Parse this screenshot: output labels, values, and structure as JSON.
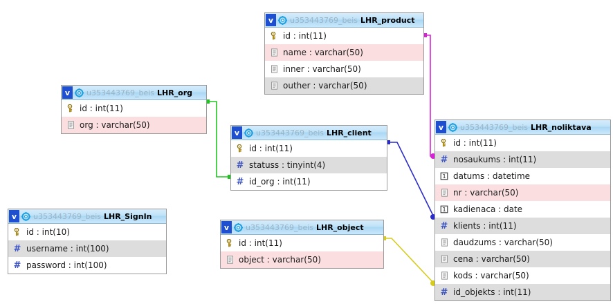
{
  "diagram": {
    "schema_prefix": "u353443769_beis",
    "badge_letter": "v",
    "background_color": "#ffffff"
  },
  "tables": [
    {
      "id": "LHR_SignIn",
      "name": "LHR_SignIn",
      "schema": "u353443769_beis",
      "columns": [
        {
          "name": "id",
          "type": "int(10)",
          "icon": "key-icon",
          "row_style": "white"
        },
        {
          "name": "username",
          "type": "int(100)",
          "icon": "hash-icon",
          "row_style": "gray"
        },
        {
          "name": "password",
          "type": "int(100)",
          "icon": "hash-icon",
          "row_style": "white"
        }
      ]
    },
    {
      "id": "LHR_org",
      "name": "LHR_org",
      "schema": "u353443769_beis",
      "columns": [
        {
          "name": "id",
          "type": "int(11)",
          "icon": "key-icon",
          "row_style": "white"
        },
        {
          "name": "org",
          "type": "varchar(50)",
          "icon": "doc-icon",
          "row_style": "pink"
        }
      ]
    },
    {
      "id": "LHR_client",
      "name": "LHR_client",
      "schema": "u353443769_beis",
      "columns": [
        {
          "name": "id",
          "type": "int(11)",
          "icon": "key-icon",
          "row_style": "white"
        },
        {
          "name": "statuss",
          "type": "tinyint(4)",
          "icon": "hash-icon",
          "row_style": "gray"
        },
        {
          "name": "id_org",
          "type": "int(11)",
          "icon": "hash-icon",
          "row_style": "white"
        }
      ]
    },
    {
      "id": "LHR_object",
      "name": "LHR_object",
      "schema": "u353443769_beis",
      "columns": [
        {
          "name": "id",
          "type": "int(11)",
          "icon": "key-icon",
          "row_style": "white"
        },
        {
          "name": "object",
          "type": "varchar(50)",
          "icon": "doc-icon",
          "row_style": "pink"
        }
      ]
    },
    {
      "id": "LHR_product",
      "name": "LHR_product",
      "schema": "u353443769_beis",
      "columns": [
        {
          "name": "id",
          "type": "int(11)",
          "icon": "key-icon",
          "row_style": "white"
        },
        {
          "name": "name",
          "type": "varchar(50)",
          "icon": "doc-icon",
          "row_style": "pink"
        },
        {
          "name": "inner",
          "type": "varchar(50)",
          "icon": "doc-icon",
          "row_style": "white"
        },
        {
          "name": "outher",
          "type": "varchar(50)",
          "icon": "doc-icon",
          "row_style": "gray"
        }
      ]
    },
    {
      "id": "LHR_noliktava",
      "name": "LHR_noliktava",
      "schema": "u353443769_beis",
      "columns": [
        {
          "name": "id",
          "type": "int(11)",
          "icon": "key-icon",
          "row_style": "white"
        },
        {
          "name": "nosaukums",
          "type": "int(11)",
          "icon": "hash-icon",
          "row_style": "gray"
        },
        {
          "name": "datums",
          "type": "datetime",
          "icon": "calendar-icon",
          "row_style": "white"
        },
        {
          "name": "nr",
          "type": "varchar(50)",
          "icon": "doc-icon",
          "row_style": "pink"
        },
        {
          "name": "kadienaca",
          "type": "date",
          "icon": "calendar-icon",
          "row_style": "white"
        },
        {
          "name": "klients",
          "type": "int(11)",
          "icon": "hash-icon",
          "row_style": "gray"
        },
        {
          "name": "daudzums",
          "type": "varchar(50)",
          "icon": "doc-icon",
          "row_style": "white"
        },
        {
          "name": "cena",
          "type": "varchar(50)",
          "icon": "doc-icon",
          "row_style": "gray"
        },
        {
          "name": "kods",
          "type": "varchar(50)",
          "icon": "doc-icon",
          "row_style": "white"
        },
        {
          "name": "id_objekts",
          "type": "int(11)",
          "icon": "hash-icon",
          "row_style": "gray"
        }
      ]
    }
  ],
  "relations": [
    {
      "id": "org-client",
      "from": "LHR_org.id",
      "to": "LHR_client.id_org",
      "color": "#21c521"
    },
    {
      "id": "product-noliktava",
      "from": "LHR_product.id",
      "to": "LHR_noliktava.nosaukums",
      "color": "#d424d4"
    },
    {
      "id": "client-noliktava",
      "from": "LHR_client.id",
      "to": "LHR_noliktava.klients",
      "color": "#2b2bc8"
    },
    {
      "id": "object-noliktava",
      "from": "LHR_object.id",
      "to": "LHR_noliktava.id_objekts",
      "color": "#d6cc1e"
    }
  ]
}
